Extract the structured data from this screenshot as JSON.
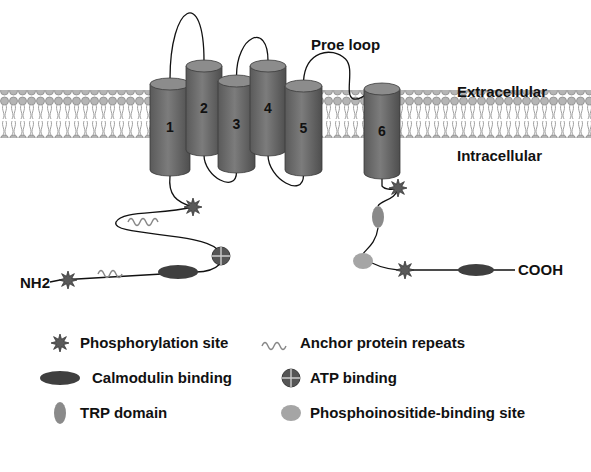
{
  "diagram": {
    "nodes": [
      {
        "text": [
          "1"
        ]
      },
      {
        "text": [
          "2"
        ]
      },
      {
        "text": [
          "3"
        ]
      },
      {
        "text": [
          "4"
        ]
      },
      {
        "text": [
          "5"
        ]
      },
      {
        "text": [
          "6"
        ]
      }
    ],
    "edges": [
      {
        "from": 0,
        "to": 1,
        "arrow": "none"
      },
      {
        "from": 1,
        "to": 2,
        "arrow": "none"
      },
      {
        "from": 2,
        "to": 3,
        "arrow": "none"
      },
      {
        "from": 3,
        "to": 4,
        "arrow": "none"
      },
      {
        "from": 4,
        "to": 5,
        "arrow": "none"
      }
    ],
    "labels": [
      "Proe loop",
      "Extracellular",
      "Intracellular",
      "NH2",
      "COOH"
    ],
    "legend": [
      {
        "text": "Phosphorylation site"
      },
      {
        "text": "Anchor protein repeats"
      },
      {
        "text": "Calmodulin binding"
      },
      {
        "text": "ATP binding"
      },
      {
        "text": "TRP domain"
      },
      {
        "text": "Phosphoinositide-binding site"
      }
    ]
  }
}
